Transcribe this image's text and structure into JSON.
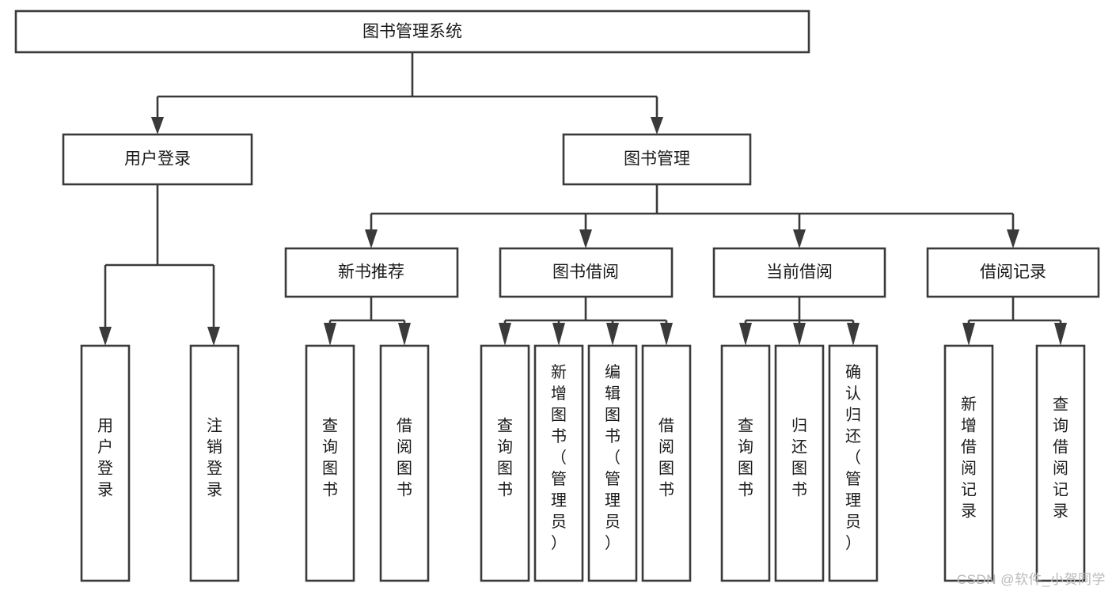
{
  "diagram": {
    "type": "tree-hierarchy-chart",
    "title": "图书管理系统",
    "watermark": "CSDN @软件_小贺同学",
    "colors": {
      "stroke": "#3a3a3a",
      "fill": "#ffffff",
      "text": "#1a1a1a",
      "watermark": "#b9b9b9"
    },
    "levels": [
      {
        "level": 1,
        "nodes": [
          {
            "id": "root",
            "label": "图书管理系统",
            "orientation": "horizontal"
          }
        ]
      },
      {
        "level": 2,
        "nodes": [
          {
            "id": "user-login",
            "label": "用户登录",
            "orientation": "horizontal",
            "parent": "root"
          },
          {
            "id": "book-manage",
            "label": "图书管理",
            "orientation": "horizontal",
            "parent": "root"
          }
        ]
      },
      {
        "level": 3,
        "nodes": [
          {
            "id": "new-book-rec",
            "label": "新书推荐",
            "orientation": "horizontal",
            "parent": "book-manage"
          },
          {
            "id": "book-borrow",
            "label": "图书借阅",
            "orientation": "horizontal",
            "parent": "book-manage"
          },
          {
            "id": "current-borrow",
            "label": "当前借阅",
            "orientation": "horizontal",
            "parent": "book-manage"
          },
          {
            "id": "borrow-record",
            "label": "借阅记录",
            "orientation": "horizontal",
            "parent": "book-manage"
          }
        ]
      },
      {
        "level": 4,
        "nodes": [
          {
            "id": "leaf-user-login",
            "label": "用户登录",
            "orientation": "vertical",
            "parent": "user-login"
          },
          {
            "id": "leaf-logout",
            "label": "注销登录",
            "orientation": "vertical",
            "parent": "user-login"
          },
          {
            "id": "leaf-query-book-1",
            "label": "查询图书",
            "orientation": "vertical",
            "parent": "new-book-rec"
          },
          {
            "id": "leaf-borrow-book-1",
            "label": "借阅图书",
            "orientation": "vertical",
            "parent": "new-book-rec"
          },
          {
            "id": "leaf-query-book-2",
            "label": "查询图书",
            "orientation": "vertical",
            "parent": "book-borrow"
          },
          {
            "id": "leaf-add-book",
            "label": "新增图书（管理员）",
            "orientation": "vertical",
            "parent": "book-borrow"
          },
          {
            "id": "leaf-edit-book",
            "label": "编辑图书（管理员）",
            "orientation": "vertical",
            "parent": "book-borrow"
          },
          {
            "id": "leaf-borrow-book-2",
            "label": "借阅图书",
            "orientation": "vertical",
            "parent": "book-borrow"
          },
          {
            "id": "leaf-query-book-3",
            "label": "查询图书",
            "orientation": "vertical",
            "parent": "current-borrow"
          },
          {
            "id": "leaf-return-book",
            "label": "归还图书",
            "orientation": "vertical",
            "parent": "current-borrow"
          },
          {
            "id": "leaf-confirm-return",
            "label": "确认归还（管理员）",
            "orientation": "vertical",
            "parent": "current-borrow"
          },
          {
            "id": "leaf-add-record",
            "label": "新增借阅记录",
            "orientation": "vertical",
            "parent": "borrow-record"
          },
          {
            "id": "leaf-query-record",
            "label": "查询借阅记录",
            "orientation": "vertical",
            "parent": "borrow-record"
          }
        ]
      }
    ]
  }
}
